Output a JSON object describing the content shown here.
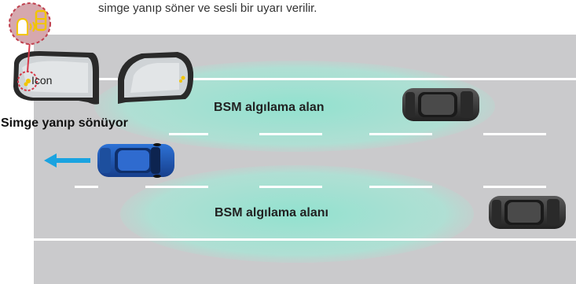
{
  "caption": "simge yanıp söner ve sesli bir uyarı verilir.",
  "zones": {
    "upper_label": "BSM algılama alan",
    "lower_label": "BSM algılama alanı"
  },
  "mirror": {
    "icon_label": "Icon",
    "status_text": "Simge yanıp sönüyor"
  },
  "icons": {
    "bsm_indicator": "bsm-warning-icon",
    "direction_arrow": "left-arrow-icon"
  },
  "colors": {
    "road": "#cacacc",
    "detection_zone": "#8ee3cf",
    "ego_car": "#1f5fbf",
    "other_car": "#3a3a3a",
    "indicator_bg": "#d6a8ae",
    "indicator_symbol": "#f2c500",
    "arrow": "#1aa3e0"
  }
}
